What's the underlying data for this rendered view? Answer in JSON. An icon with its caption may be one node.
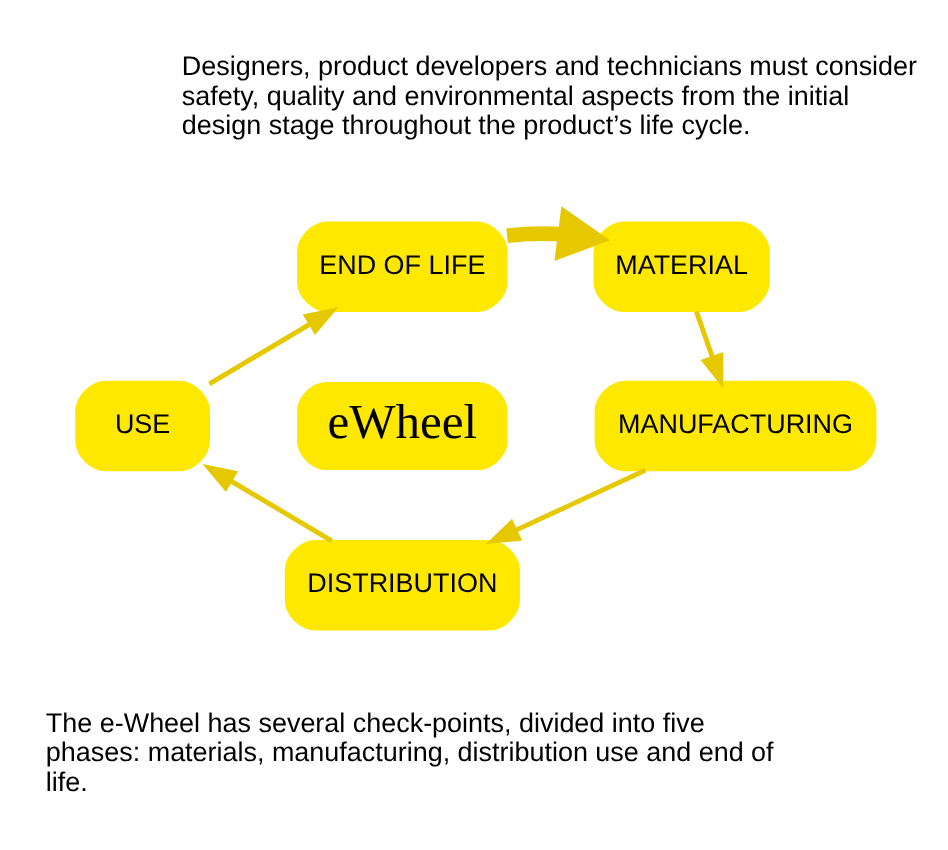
{
  "diagram": {
    "nodes": [
      {
        "text": [
          "eWheel"
        ]
      },
      {
        "text": [
          "MATERIAL"
        ]
      },
      {
        "text": [
          "MANUFACTURING"
        ]
      },
      {
        "text": [
          "DISTRIBUTION"
        ]
      },
      {
        "text": [
          "USE"
        ]
      },
      {
        "text": [
          "END OF LIFE"
        ]
      }
    ],
    "edges": [
      {
        "from": 1,
        "to": 2,
        "arrow": "to"
      },
      {
        "from": 2,
        "to": 3,
        "arrow": "to"
      },
      {
        "from": 3,
        "to": 4,
        "arrow": "to"
      },
      {
        "from": 4,
        "to": 5,
        "arrow": "to"
      },
      {
        "from": 5,
        "to": 1,
        "arrow": "to",
        "style": "thick"
      }
    ],
    "labels": [
      "Designers, product developers and technicians must consider safety, quality and environmental aspects from the initial design stage throughout the product’s life cycle.",
      "The e-Wheel has several check-points, divided into five phases: materials, manufacturing, distribution use and end of life."
    ]
  }
}
